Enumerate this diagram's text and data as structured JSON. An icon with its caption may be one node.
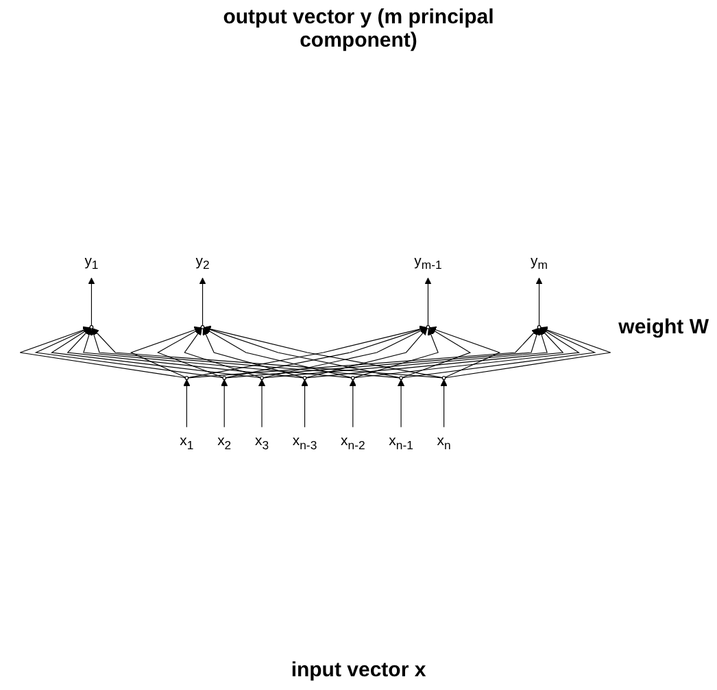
{
  "diagram": {
    "title": "output vector y (m principal component)",
    "caption": "input vector x",
    "nodes": [
      {
        "text": [
          "y$_{1}$"
        ]
      },
      {
        "text": [
          "y$_{2}$"
        ]
      },
      {
        "text": [
          "y$_{m-1}$"
        ]
      },
      {
        "text": [
          "y$_{m}$"
        ]
      },
      {
        "text": [],
        "shape": "circle"
      },
      {
        "text": [],
        "shape": "circle"
      },
      {
        "text": [],
        "shape": "circle"
      },
      {
        "text": [],
        "shape": "circle"
      },
      {
        "text": [],
        "shape": "circle"
      },
      {
        "text": [],
        "shape": "circle"
      },
      {
        "text": [],
        "shape": "circle"
      },
      {
        "text": [],
        "shape": "circle"
      },
      {
        "text": [],
        "shape": "circle"
      },
      {
        "text": [],
        "shape": "circle"
      },
      {
        "text": [],
        "shape": "circle"
      },
      {
        "text": [
          "x$_{1}$"
        ]
      },
      {
        "text": [
          "x$_{2}$"
        ]
      },
      {
        "text": [
          "x$_{3}$"
        ]
      },
      {
        "text": [
          "x$_{n-3}$"
        ]
      },
      {
        "text": [
          "x$_{n-2}$"
        ]
      },
      {
        "text": [
          "x$_{n-1}$"
        ]
      },
      {
        "text": [
          "x$_{n}$"
        ]
      }
    ],
    "edges": [
      {
        "from": 4,
        "to": 0,
        "arrow": "to"
      },
      {
        "from": 5,
        "to": 1,
        "arrow": "to"
      },
      {
        "from": 6,
        "to": 2,
        "arrow": "to"
      },
      {
        "from": 7,
        "to": 3,
        "arrow": "to"
      },
      {
        "from": 15,
        "to": 8,
        "arrow": "to"
      },
      {
        "from": 16,
        "to": 9,
        "arrow": "to"
      },
      {
        "from": 17,
        "to": 10,
        "arrow": "to"
      },
      {
        "from": 18,
        "to": 11,
        "arrow": "to"
      },
      {
        "from": 19,
        "to": 12,
        "arrow": "to"
      },
      {
        "from": 20,
        "to": 13,
        "arrow": "to"
      },
      {
        "from": 21,
        "to": 14,
        "arrow": "to"
      },
      {
        "from": 8,
        "to": 4,
        "arrow": "to"
      },
      {
        "from": 8,
        "to": 5,
        "arrow": "to"
      },
      {
        "from": 8,
        "to": 6,
        "arrow": "to"
      },
      {
        "from": 8,
        "to": 7,
        "arrow": "to"
      },
      {
        "from": 9,
        "to": 4,
        "arrow": "to"
      },
      {
        "from": 9,
        "to": 5,
        "arrow": "to"
      },
      {
        "from": 9,
        "to": 6,
        "arrow": "to"
      },
      {
        "from": 9,
        "to": 7,
        "arrow": "to"
      },
      {
        "from": 10,
        "to": 4,
        "arrow": "to"
      },
      {
        "from": 10,
        "to": 5,
        "arrow": "to"
      },
      {
        "from": 10,
        "to": 6,
        "arrow": "to"
      },
      {
        "from": 10,
        "to": 7,
        "arrow": "to"
      },
      {
        "from": 11,
        "to": 4,
        "arrow": "to"
      },
      {
        "from": 11,
        "to": 5,
        "arrow": "to"
      },
      {
        "from": 11,
        "to": 6,
        "arrow": "to"
      },
      {
        "from": 11,
        "to": 7,
        "arrow": "to"
      },
      {
        "from": 12,
        "to": 4,
        "arrow": "to"
      },
      {
        "from": 12,
        "to": 5,
        "arrow": "to"
      },
      {
        "from": 12,
        "to": 6,
        "arrow": "to"
      },
      {
        "from": 12,
        "to": 7,
        "arrow": "to"
      },
      {
        "from": 13,
        "to": 4,
        "arrow": "to"
      },
      {
        "from": 13,
        "to": 5,
        "arrow": "to"
      },
      {
        "from": 13,
        "to": 6,
        "arrow": "to"
      },
      {
        "from": 13,
        "to": 7,
        "arrow": "to"
      },
      {
        "from": 14,
        "to": 4,
        "arrow": "to"
      },
      {
        "from": 14,
        "to": 5,
        "arrow": "to"
      },
      {
        "from": 14,
        "to": 6,
        "arrow": "to"
      },
      {
        "from": 14,
        "to": 7,
        "arrow": "to"
      }
    ],
    "labels": [
      "weight W"
    ]
  }
}
